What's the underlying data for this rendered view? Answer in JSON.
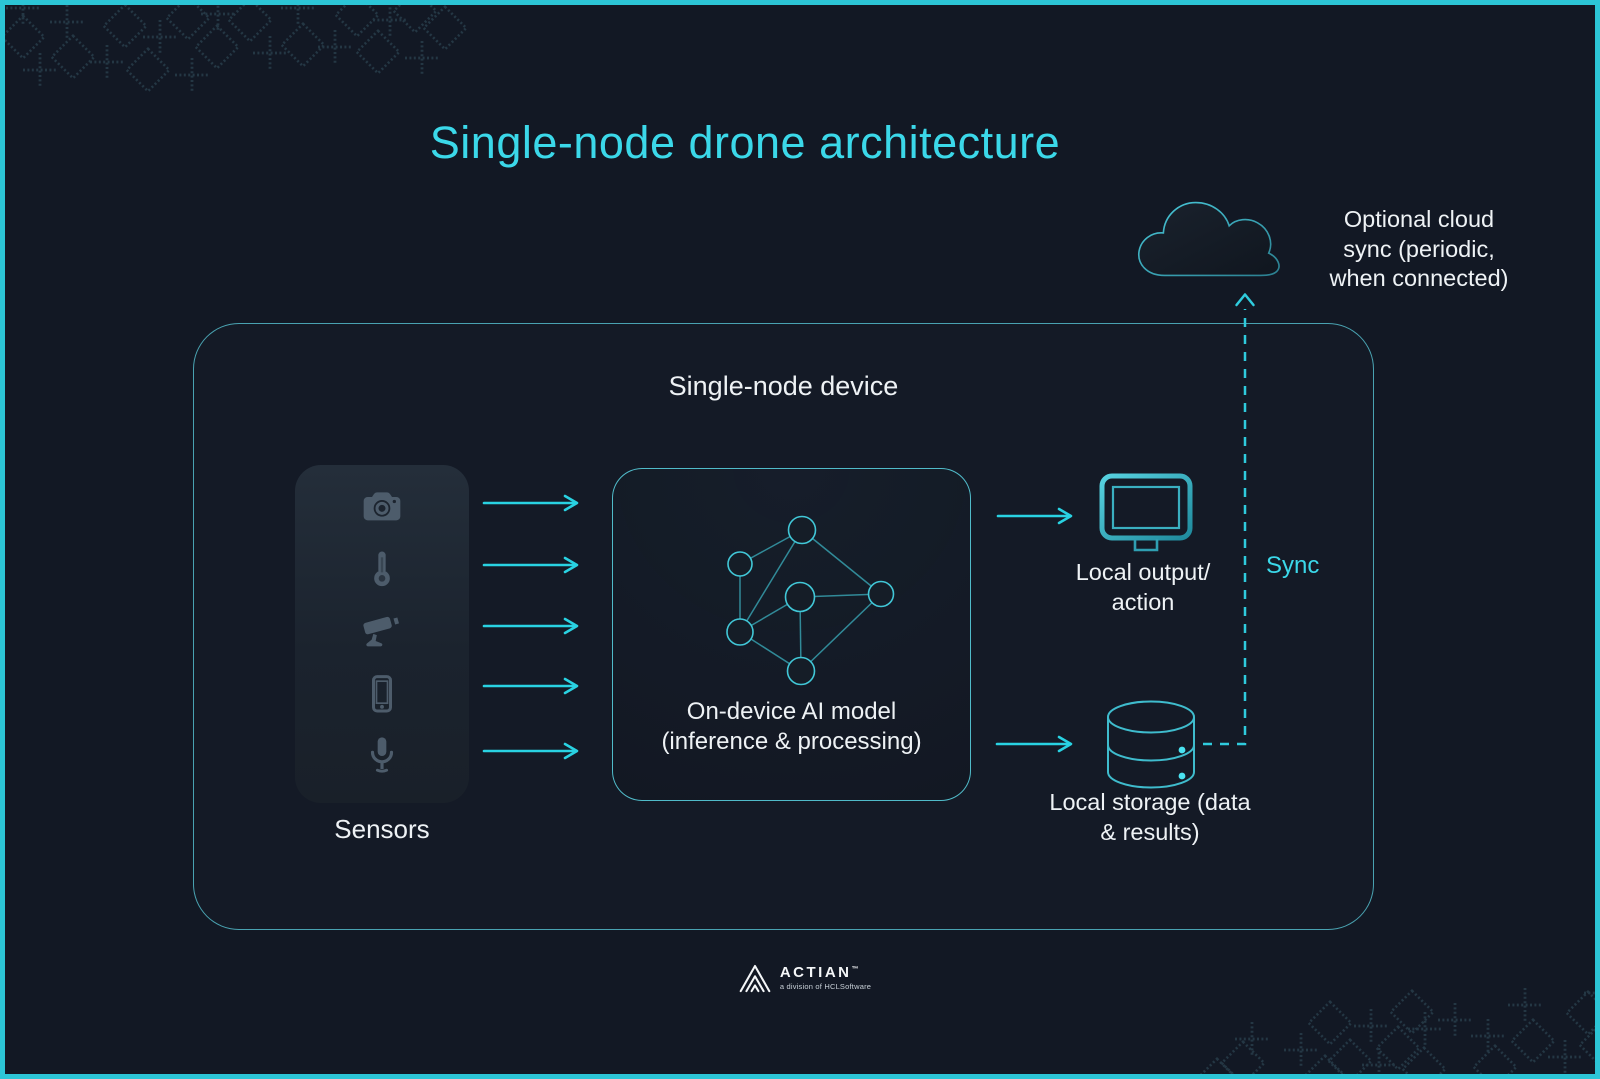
{
  "title": "Single-node drone architecture",
  "cloud": {
    "icon": "cloud",
    "label_lines": [
      "Optional cloud",
      "sync (periodic,",
      "when connected)"
    ]
  },
  "device_box": {
    "label": "Single-node device"
  },
  "sensors": {
    "label": "Sensors",
    "icons": [
      "camera",
      "thermometer",
      "cctv-camera",
      "smartphone",
      "microphone"
    ]
  },
  "ai_box": {
    "icon": "network-graph",
    "label_lines": [
      "On-device AI model",
      "(inference & processing)"
    ]
  },
  "local_output": {
    "icon": "monitor",
    "label_lines": [
      "Local output/",
      "action"
    ]
  },
  "local_storage": {
    "icon": "database",
    "label_lines": [
      "Local storage (data",
      "& results)"
    ]
  },
  "sync": {
    "label": "Sync"
  },
  "footer": {
    "brand": "ACTIAN",
    "trademark": "™",
    "tagline": "a division of HCLSoftware"
  },
  "colors": {
    "background": "#121824",
    "frame_border": "#2cc5d6",
    "accent_teal": "#3bd8e9",
    "arrow_cyan": "#29d2e2",
    "text_white": "#eef2f5",
    "muted_icon_slate": "#4d5c6b"
  }
}
